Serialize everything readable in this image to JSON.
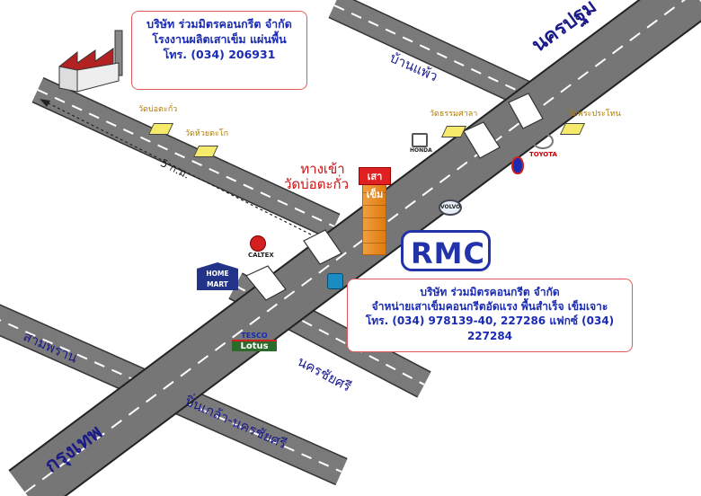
{
  "factory_box": {
    "company": "บริษัท ร่วมมิตรคอนกรีต จำกัด",
    "line2": "โรงงานผลิตเสาเข็ม แผ่นพื้น",
    "phone": "โทร. (034) 206931"
  },
  "office_box": {
    "company": "บริษัท ร่วมมิตรคอนกรีต จำกัด",
    "line2": "จำหน่ายเสาเข็มคอนกรีตอัดแรง พื้นสำเร็จ เข็มเจาะ",
    "phone": "โทร. (034) 978139-40, 227286 แฟกซ์ (034) 227284"
  },
  "roads": {
    "nakhon_pathom": "นครปฐม",
    "krung_thep": "กรุงเทพ",
    "ban_phaeo": "บ้านแพ้ว",
    "sam_phran": "สามพราน",
    "nakhon_chai_si": "นครชัยศรี",
    "pinklao": "ปิ่นเกล้า-นครชัยศรี"
  },
  "entrance": {
    "line1": "ทางเข้า",
    "line2": "วัดบ่อตะกั่ว"
  },
  "distance": "5 ก.ม.",
  "temples": {
    "wat_bo_takua": "วัดบ่อตะกั่ว",
    "wat_huai_takhe": "วัดห้วยตะโก",
    "wat_tham_sala": "วัดธรรมศาลา",
    "wat_phra_prathon": "วัดพระประโทน"
  },
  "tower_sign": "เสาเข็ม",
  "brand_logo": "RMC",
  "landmarks": {
    "caltex": "CALTEX",
    "home_mart": "HOME MART",
    "tesco": "TESCO",
    "lotus": "Lotus",
    "honda": "HONDA",
    "toyota": "TOYOTA",
    "volvo": "VOLVO"
  },
  "colors": {
    "road": "#777777",
    "box_text": "#1a2bb3",
    "box_border": "#e05a5a",
    "title_red": "#cc1111"
  }
}
